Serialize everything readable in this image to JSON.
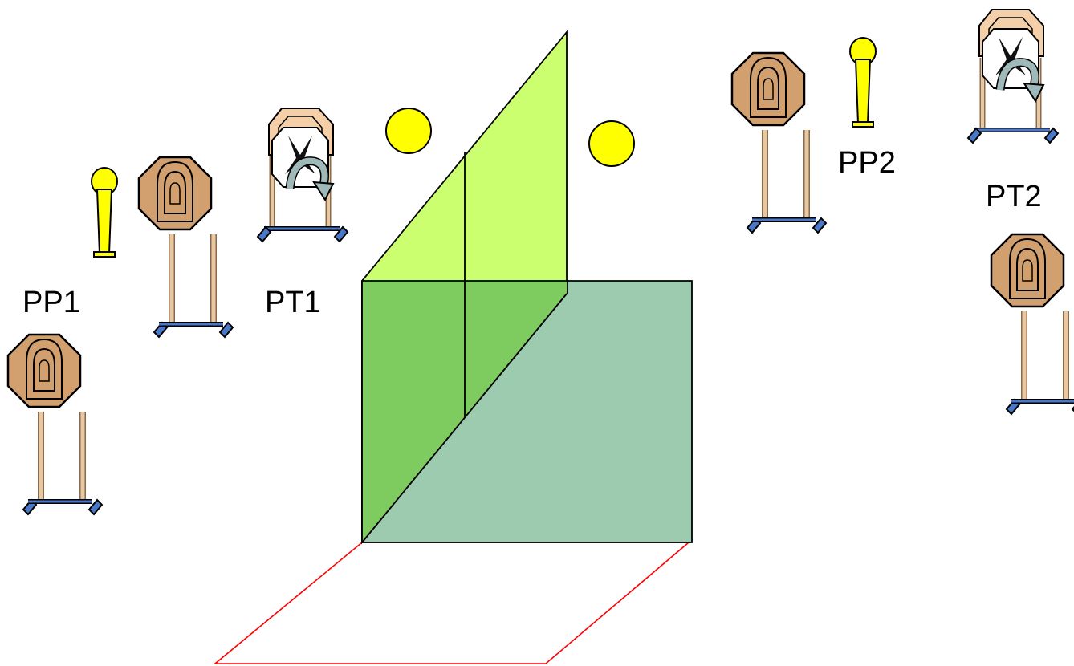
{
  "labels": {
    "pp1": "PP1",
    "pt1": "PT1",
    "pp2": "PP2",
    "pt2": "PT2"
  },
  "colors": {
    "popper_yellow": "#ffff00",
    "steel_tan": "#d2a06f",
    "stand_wood": "#e8c8a0",
    "stand_base_blue": "#4a78c8",
    "wall_side_green": "#c8ff64",
    "wall_overlap_green": "#7ecb60",
    "wall_back_green": "#9ccbb0",
    "shooting_box_red": "#ff0000",
    "noshoot_arrow": "#9fb8b8",
    "mover_paper": "#f4cfa8"
  },
  "icons": {
    "plate_target": "octagon-steel-plate-icon",
    "popper": "pepper-popper-icon",
    "mover": "swinging-mover-target-icon",
    "disk": "round-plate-icon"
  }
}
